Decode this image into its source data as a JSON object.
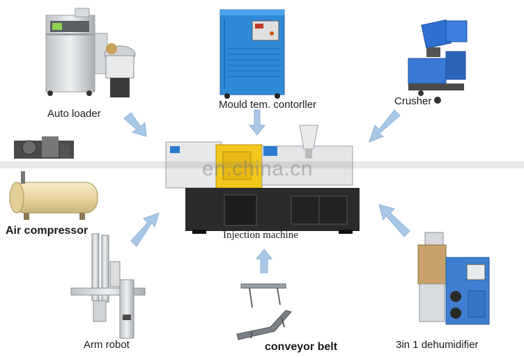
{
  "labels": {
    "auto_loader": "Auto loader",
    "mould_controller": "Mould tem. contorller",
    "crusher": "Crusher",
    "air_compressor": "Air compressor",
    "injection_machine": "Injection machine",
    "arm_robot": "Arm robot",
    "conveyor_belt": "conveyor belt",
    "dehumidifier": "3in 1 dehumidifier"
  },
  "watermark": "en.china.cn",
  "colors": {
    "arrow": "#a9c7e6",
    "arrow_stroke": "#8fb2d8",
    "machine_yellow": "#f2c81c",
    "machine_dark": "#2b2b2b",
    "mould_blue": "#2f8ad8",
    "crusher_blue": "#2f6fd0",
    "dehumidifier_blue": "#3f7fd2",
    "tank_cream": "#ecdcb0"
  }
}
